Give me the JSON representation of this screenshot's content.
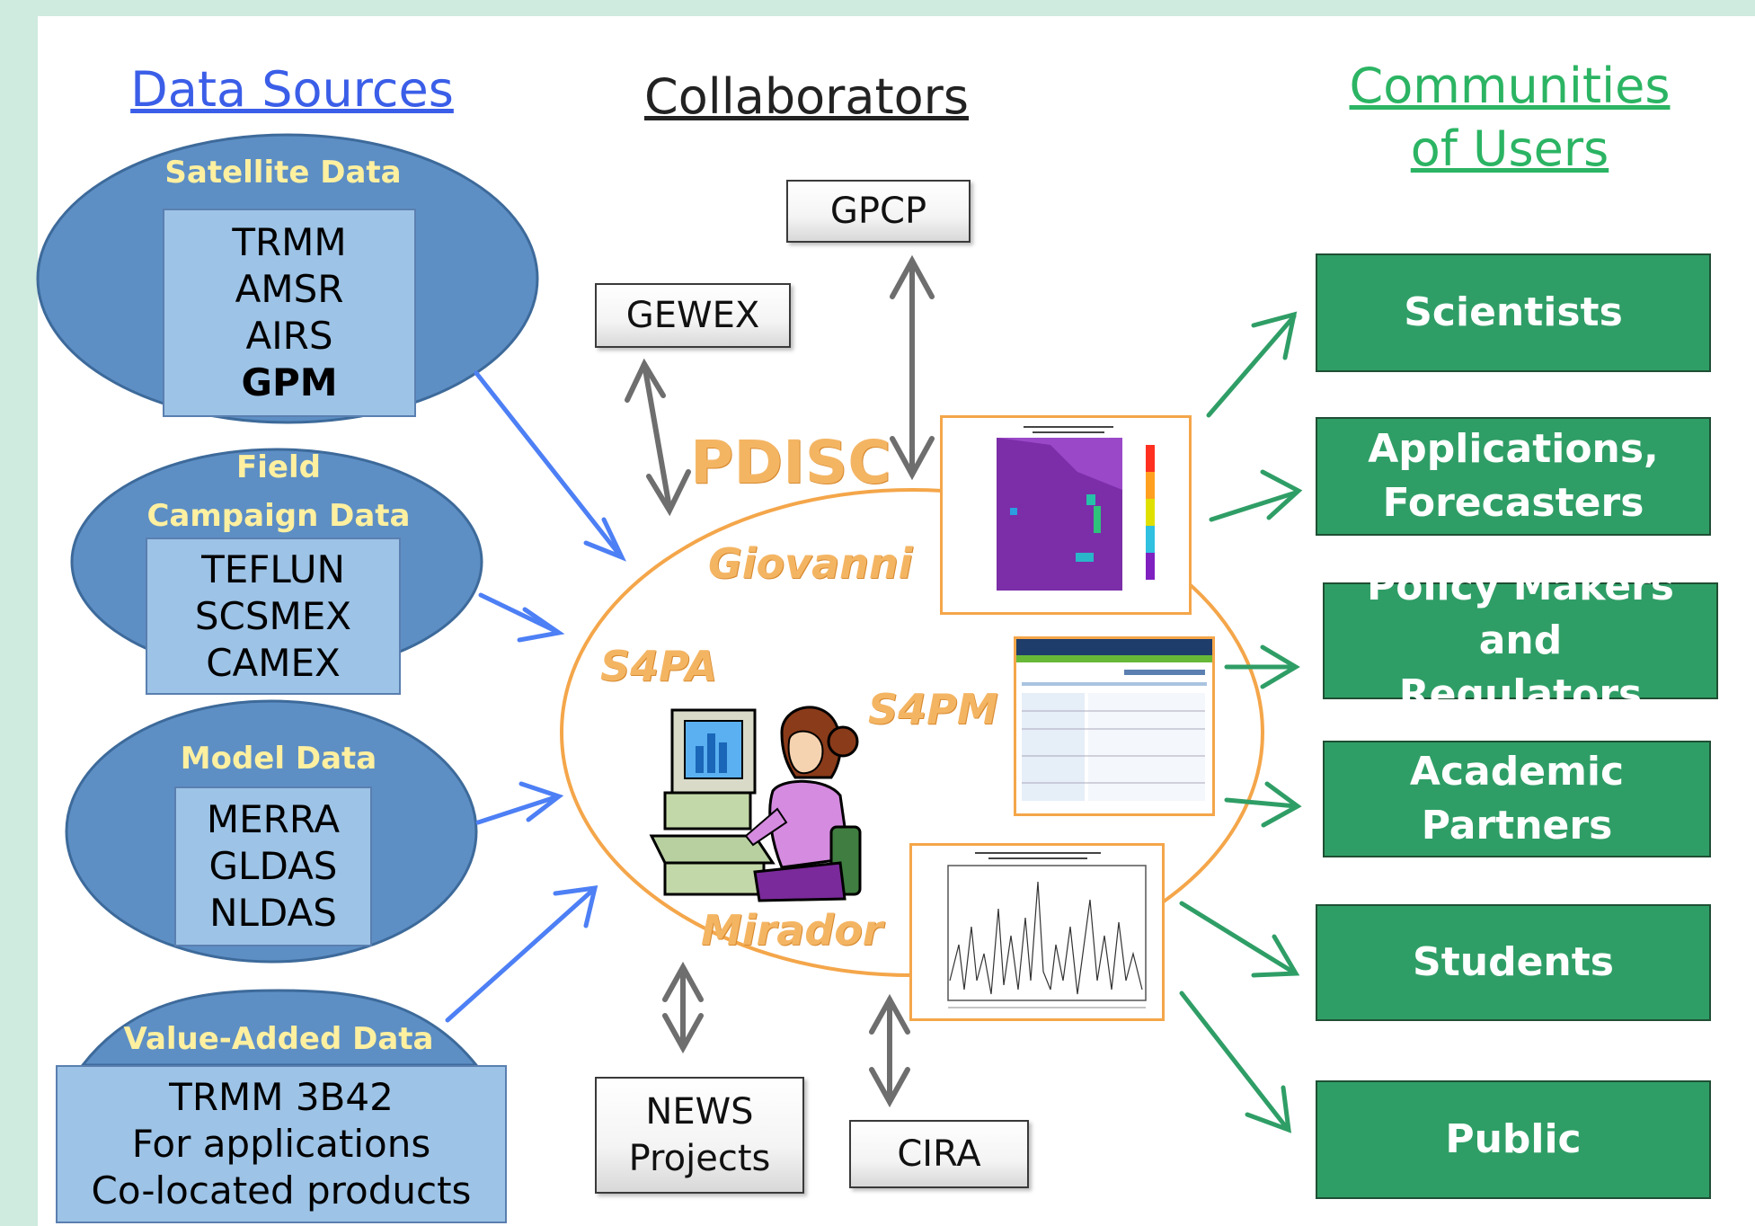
{
  "headers": {
    "data_sources": "Data Sources",
    "collaborators": "Collaborators",
    "communities_line1": "Communities",
    "communities_line2": "of Users"
  },
  "sources": [
    {
      "label": "Satellite Data",
      "items": [
        "TRMM",
        "AMSR",
        "AIRS",
        "GPM"
      ]
    },
    {
      "label_line1": "Field",
      "label_line2": "Campaign Data",
      "items": [
        "TEFLUN",
        "SCSMEX",
        "CAMEX"
      ]
    },
    {
      "label": "Model Data",
      "items": [
        "MERRA",
        "GLDAS",
        "NLDAS"
      ]
    },
    {
      "label": "Value-Added Data",
      "items": [
        "TRMM 3B42",
        "For applications",
        "Co-located products"
      ]
    }
  ],
  "collaborators": {
    "gpcp": "GPCP",
    "gewex": "GEWEX",
    "news_line1": "NEWS",
    "news_line2": "Projects",
    "cira": "CIRA"
  },
  "center": {
    "pdisc": "PDISC",
    "giovanni": "Giovanni",
    "s4pa": "S4PA",
    "s4pm": "S4PM",
    "mirador": "Mirador"
  },
  "communities": [
    {
      "line1": "Scientists"
    },
    {
      "line1": "Applications,",
      "line2": "Forecasters"
    },
    {
      "line1": "Policy Makers and",
      "line2": "Regulators"
    },
    {
      "line1": "Academic",
      "line2": "Partners"
    },
    {
      "line1": "Students"
    },
    {
      "line1": "Public"
    }
  ],
  "colors": {
    "background": "#cfeade",
    "data_sources_header": "#3b5ee8",
    "communities_header": "#2bb463",
    "oval_fill": "#5d8fc5",
    "source_box": "#9dc3e6",
    "community_box": "#2f9e66",
    "blue_arrow": "#4d7ff5",
    "green_arrow": "#2f9e66",
    "gray_arrow": "#6e6e6e",
    "orange": "#f4a64a"
  },
  "icons": [
    "person-at-computer-icon",
    "map-thumbnail",
    "webpage-thumbnail",
    "timeseries-thumbnail"
  ]
}
